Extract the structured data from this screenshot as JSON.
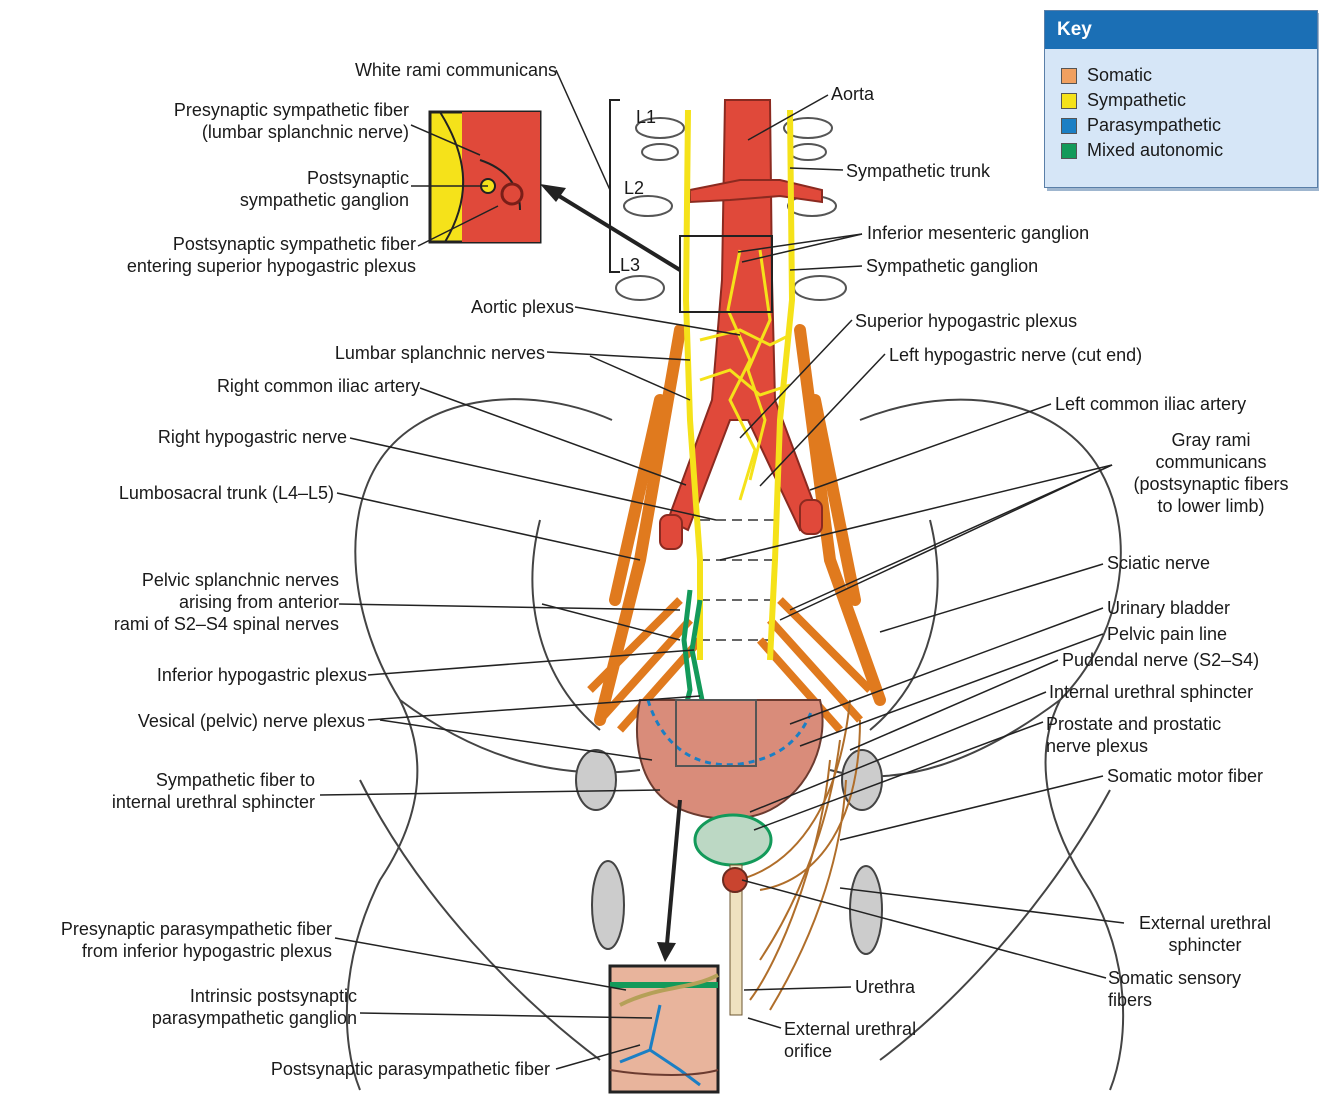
{
  "key": {
    "title": "Key",
    "items": [
      {
        "label": "Somatic",
        "color": "#f0a060"
      },
      {
        "label": "Sympathetic",
        "color": "#f5e21a"
      },
      {
        "label": "Parasympathetic",
        "color": "#1b7fc4"
      },
      {
        "label": "Mixed autonomic",
        "color": "#139a5a"
      }
    ]
  },
  "vertebra_labels": {
    "l1": "L1",
    "l2": "L2",
    "l3": "L3"
  },
  "labels": {
    "white_rami": "White rami communicans",
    "presyn_symp": "Presynaptic sympathetic fiber\n(lumbar splanchnic nerve)",
    "postsyn_ganglion": "Postsynaptic\nsympathetic ganglion",
    "postsyn_fiber": "Postsynaptic sympathetic fiber\nentering superior hypogastric plexus",
    "aortic_plexus": "Aortic plexus",
    "lumbar_splanchnic": "Lumbar splanchnic nerves",
    "right_common_iliac": "Right common iliac artery",
    "right_hypogastric": "Right hypogastric nerve",
    "lumbosacral_trunk": "Lumbosacral trunk (L4–L5)",
    "pelvic_splanchnic": "Pelvic splanchnic nerves\narising from anterior\nrami of S2–S4 spinal nerves",
    "inferior_hypogastric": "Inferior hypogastric plexus",
    "vesical_plexus": "Vesical (pelvic) nerve plexus",
    "symp_fiber_sphincter": "Sympathetic fiber to\ninternal urethral sphincter",
    "presyn_parasymp": "Presynaptic parasympathetic fiber\nfrom inferior hypogastric plexus",
    "intrinsic_ganglion": "Intrinsic postsynaptic\nparasympathetic ganglion",
    "postsyn_parasymp": "Postsynaptic parasympathetic fiber",
    "aorta": "Aorta",
    "sympathetic_trunk": "Sympathetic trunk",
    "inferior_mesenteric": "Inferior mesenteric ganglion",
    "sympathetic_ganglion": "Sympathetic ganglion",
    "superior_hypogastric": "Superior hypogastric plexus",
    "left_hypogastric": "Left hypogastric nerve (cut end)",
    "left_common_iliac": "Left common iliac artery",
    "gray_rami": "Gray rami\ncommunicans\n(postsynaptic fibers\nto lower limb)",
    "sciatic": "Sciatic nerve",
    "urinary_bladder": "Urinary bladder",
    "pelvic_pain_line": "Pelvic pain line",
    "pudendal": "Pudendal nerve (S2–S4)",
    "internal_sphincter": "Internal urethral sphincter",
    "prostate": "Prostate and prostatic\nnerve plexus",
    "somatic_motor": "Somatic motor fiber",
    "external_sphincter": "External urethral\nsphincter",
    "somatic_sensory": "Somatic sensory\nfibers",
    "urethra": "Urethra",
    "external_orifice": "External urethral\norifice"
  }
}
